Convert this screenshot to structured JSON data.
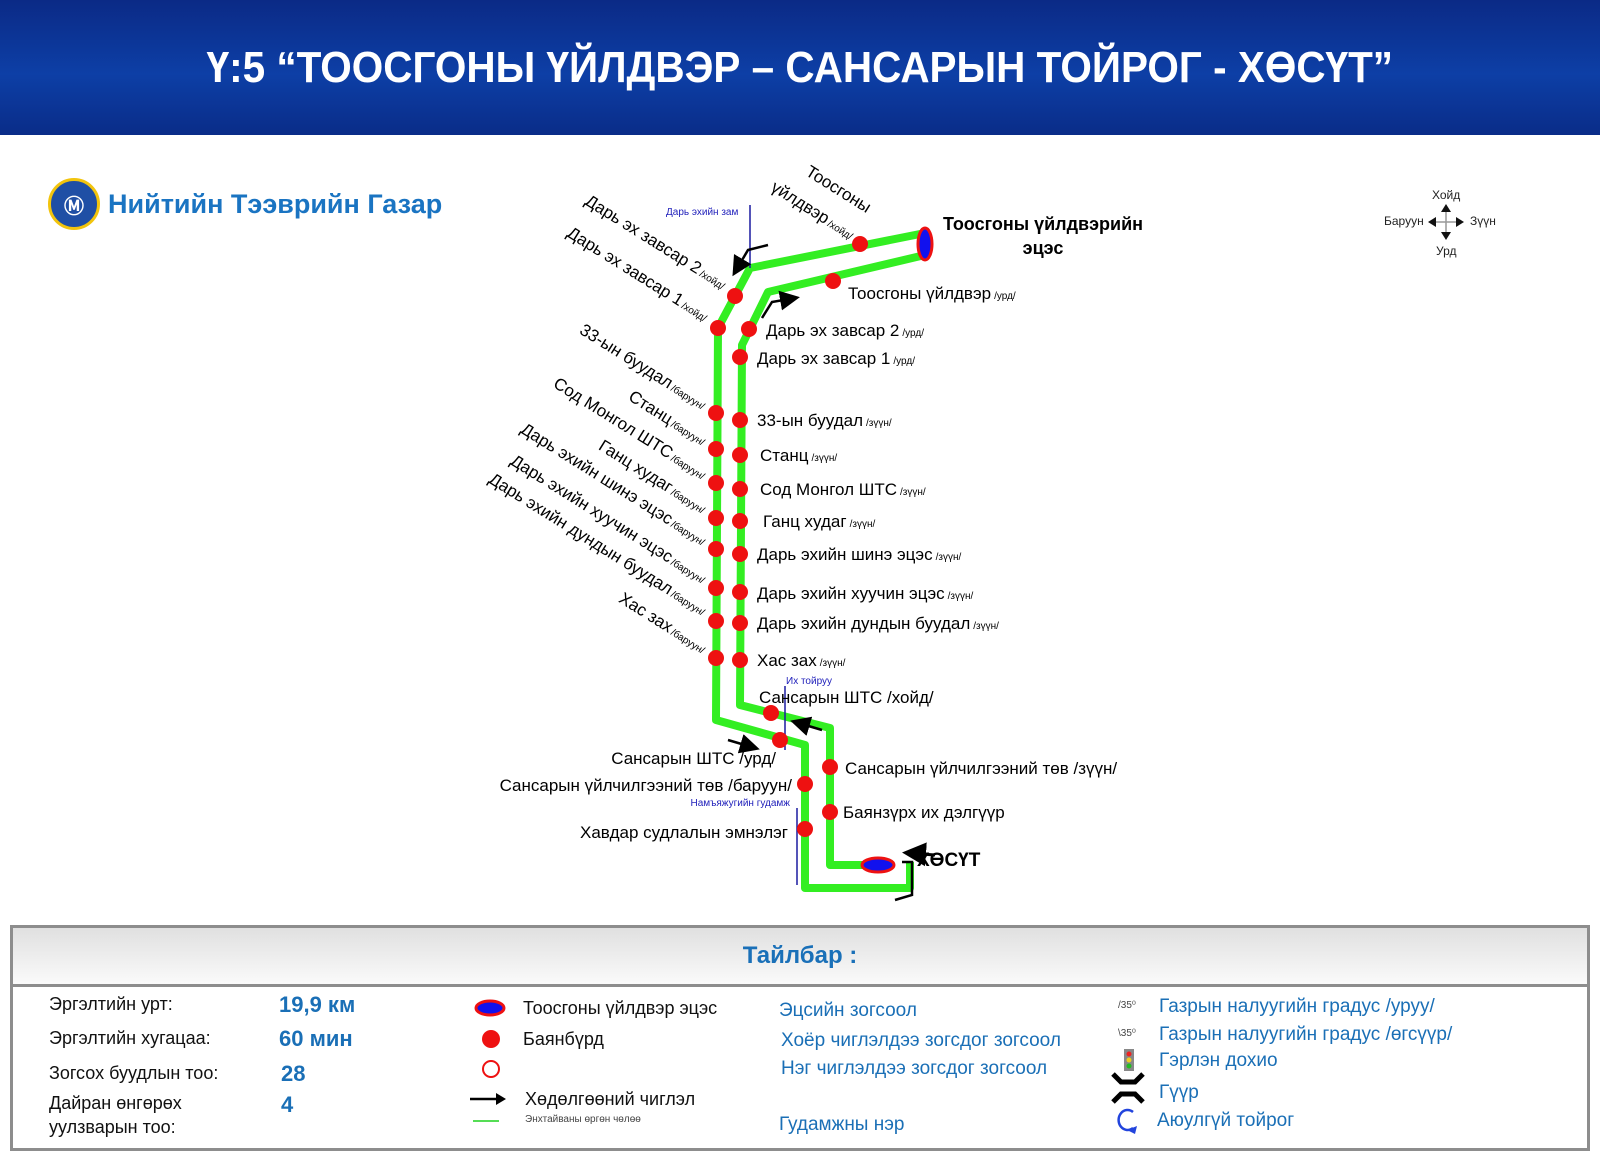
{
  "header": {
    "title": "Ү:5 “ТООСГОНЫ ҮЙЛДВЭР – САНСАРЫН ТОЙРОГ - ХӨСҮТ”"
  },
  "brand": {
    "name": "Нийтийн Тээврийн Газар"
  },
  "compass": {
    "north": "Хойд",
    "south": "Урд",
    "west": "Баруун",
    "east": "Зүүн"
  },
  "colors": {
    "route": "#33ee22",
    "stop": "#ee1111",
    "terminal_fill": "#1111ee",
    "header": "#0d3fa6",
    "accent": "#1a6fb6"
  },
  "map": {
    "terminals": {
      "start": [
        "Тоосгоны үйлдвэрийн",
        "эцэс"
      ],
      "end": "ХӨСҮТ"
    },
    "streets": {
      "dari_ekh": "Дарь эхийн зам",
      "ikh_toiruu": "Их тойруу",
      "namyaju": "Намъяжугийн гудамж"
    },
    "north_stops": [
      {
        "name": "Тоосгоны",
        "name2": "үйлдвэр",
        "suffix": "/хойд/"
      },
      {
        "name": "Дарь эх завсар 2",
        "suffix": "/хойд/"
      },
      {
        "name": "Дарь эх завсар 1",
        "suffix": "/хойд/"
      },
      {
        "name": "33-ын буудал",
        "suffix": "/баруун/"
      },
      {
        "name": "Станц",
        "suffix": "/баруун/"
      },
      {
        "name": "Сод Монгол ШТС",
        "suffix": "/баруун/"
      },
      {
        "name": "Ганц худаг",
        "suffix": "/баруун/"
      },
      {
        "name": "Дарь эхийн шинэ эцэс",
        "suffix": "/баруун/"
      },
      {
        "name": "Дарь эхийн хуучин эцэс",
        "suffix": "/баруун/"
      },
      {
        "name": "Дарь эхийн дундын буудал",
        "suffix": "/баруун/"
      },
      {
        "name": "Хас зах",
        "suffix": "/баруун/"
      }
    ],
    "south_stops": [
      {
        "name": "Тоосгоны үйлдвэр",
        "suffix": "/урд/"
      },
      {
        "name": "Дарь эх завсар 2",
        "suffix": "/урд/"
      },
      {
        "name": "Дарь эх завсар 1",
        "suffix": "/урд/"
      },
      {
        "name": "33-ын буудал",
        "suffix": "/зүүн/"
      },
      {
        "name": "Станц",
        "suffix": "/зүүн/"
      },
      {
        "name": "Сод Монгол ШТС",
        "suffix": "/зүүн/"
      },
      {
        "name": "Ганц худаг",
        "suffix": "/зүүн/"
      },
      {
        "name": "Дарь эхийн шинэ эцэс",
        "suffix": "/зүүн/"
      },
      {
        "name": "Дарь эхийн хуучин эцэс",
        "suffix": "/зүүн/"
      },
      {
        "name": "Дарь эхийн дундын буудал",
        "suffix": "/зүүн/"
      },
      {
        "name": "Хас зах",
        "suffix": "/зүүн/"
      }
    ],
    "lower_stops": {
      "sansar_north": "Сансарын ШТС /хойд/",
      "sansar_south": "Сансарын ШТС /урд/",
      "service_west": "Сансарын үйлчилгээний төв /баруун/",
      "service_east": "Сансарын үйлчилгээний төв /зүүн/",
      "bayanzurkh": "Баянзүрх их дэлгүүр",
      "cancer": "Хавдар судлалын эмнэлэг"
    }
  },
  "legend": {
    "title": "Тайлбар :",
    "stats": [
      {
        "label": "Эргэлтийн урт:",
        "value": "19,9 км"
      },
      {
        "label": "Эргэлтийн хугацаа:",
        "value": "60 мин"
      },
      {
        "label": "Зогсох буудлын тоо:",
        "value": "28"
      },
      {
        "label": "Дайран өнгөрөх",
        "label2": "уулзварын тоо:",
        "value": "4"
      }
    ],
    "symbols": {
      "terminal": "Тоосгоны үйлдвэр эцэс",
      "stop": "Баянбүрд",
      "direction": "Хөдөлгөөний чиглэл",
      "street": "Энхтайваны өргөн чөлөө"
    },
    "meanings": {
      "terminal": "Эцсийн зогсоол",
      "both": "Хоёр чиглэлдээ зогсдог зогсоол",
      "one": "Нэг чиглэлдээ зогсдог зогсоол",
      "street": "Гудамжны нэр"
    },
    "other": [
      {
        "icon": "/35⁰",
        "label": "Газрын налуугийн градус /уруу/"
      },
      {
        "icon": "\\35⁰",
        "label": "Газрын налуугийн градус /өгсүүр/"
      },
      {
        "label": "Гэрлэн дохио"
      },
      {
        "label": "Гүүр"
      },
      {
        "label": "Аюулгүй тойрог"
      }
    ]
  }
}
